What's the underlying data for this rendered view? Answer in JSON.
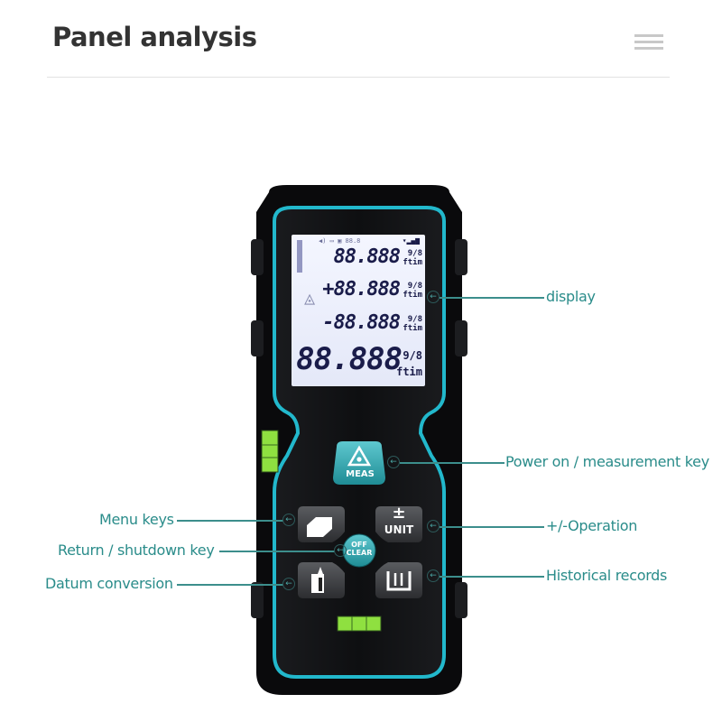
{
  "header": {
    "title": "Panel analysis",
    "menu_icon": "hamburger-menu-icon"
  },
  "device": {
    "lcd": {
      "status_bar": "88.8",
      "row1": "88.888",
      "row2": "+88.888",
      "row3": "-88.888",
      "row4": "88.888",
      "unit_fraction": "9/8",
      "unit_ftm": "ftim",
      "unit_inch": "\""
    },
    "buttons": {
      "meas": "MEAS",
      "off_clear_line1": "OFF",
      "off_clear_line2": "CLEAR",
      "unit_symbol": "±",
      "unit_label": "UNIT"
    }
  },
  "callouts": {
    "left": [
      {
        "label": "Menu keys"
      },
      {
        "label": "Return / shutdown key"
      },
      {
        "label": "Datum conversion"
      }
    ],
    "right": [
      {
        "label": "display"
      },
      {
        "label": "Power on / measurement key"
      },
      {
        "label": "+/-Operation"
      },
      {
        "label": "Historical records"
      }
    ]
  },
  "colors": {
    "accent": "#2a8c8a",
    "device_trim": "#22b8cc",
    "device_body": "#111214",
    "level_green": "#8fe040"
  }
}
